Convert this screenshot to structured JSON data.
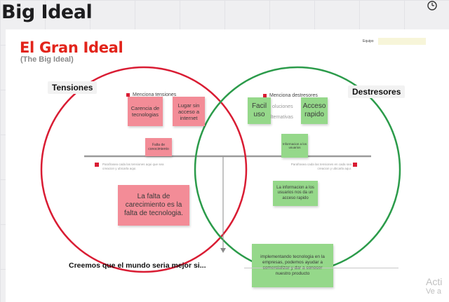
{
  "frame": {
    "title": "Big Ideal"
  },
  "board": {
    "title": "El Gran Ideal",
    "subtitle": "(The Big Ideal)",
    "team_label": "Equipo",
    "colors": {
      "title": "#e2231a",
      "left_circle": "#d91c33",
      "right_circle": "#2b9b4a"
    }
  },
  "tensions": {
    "label": "Tensiones",
    "bullet": "Menciona tensiones",
    "hint": "Parafrasea cada las tensiones aqui que sea creacion y ubicarla aqui."
  },
  "strengths": {
    "label": "Destresores",
    "bullet": "Menciona destresores",
    "hint": "Parafrasea cada las tensiones en cada sea creacion y ubicarla aqui.",
    "under_text_1": "oluciones",
    "under_text_2": "lternativas"
  },
  "stickies": {
    "carencia": "Carencia de tecnologias",
    "lugar": "Lugar sin acceso a internet",
    "falta_conocimiento": "Falta de conocimiento",
    "falta_tecnologia": "La falta de carecimiento es la falta de tecnologia.",
    "facil_uso": "Facil uso",
    "acceso_rapido": "Acceso rapido",
    "informacion": "Informacion a los usuarios",
    "info_usuarios": "La informacion a los usuarios nos da un acceso rapido",
    "implementando": "implementando tecnologia en la empresas, podemos ayudar a comercializar y dar a conocer nuestro producto"
  },
  "statement": {
    "text": "Creemos que el mundo seria mejor si..."
  },
  "watermark": {
    "line1": "Acti",
    "line2": "Ve a"
  },
  "icons": {
    "timer": "timer-icon"
  }
}
